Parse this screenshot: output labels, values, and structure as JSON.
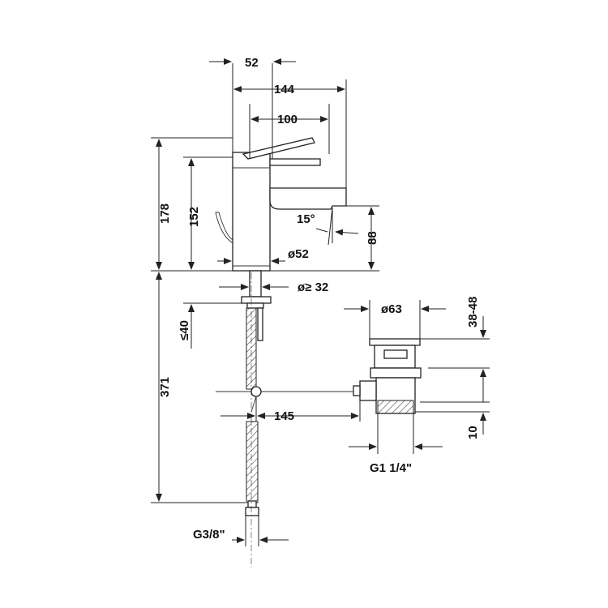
{
  "dimensions": {
    "d52": "52",
    "d144": "144",
    "d100": "100",
    "d178": "178",
    "d152": "152",
    "d15deg": "15°",
    "d88": "88",
    "dia52": "ø52",
    "dia32": "ø≥ 32",
    "le40": "≤40",
    "d371": "371",
    "dia63": "ø63",
    "d3848": "38-48",
    "d145": "145",
    "d10": "10",
    "g114": "G1 1/4\"",
    "g38": "G3/8\""
  }
}
